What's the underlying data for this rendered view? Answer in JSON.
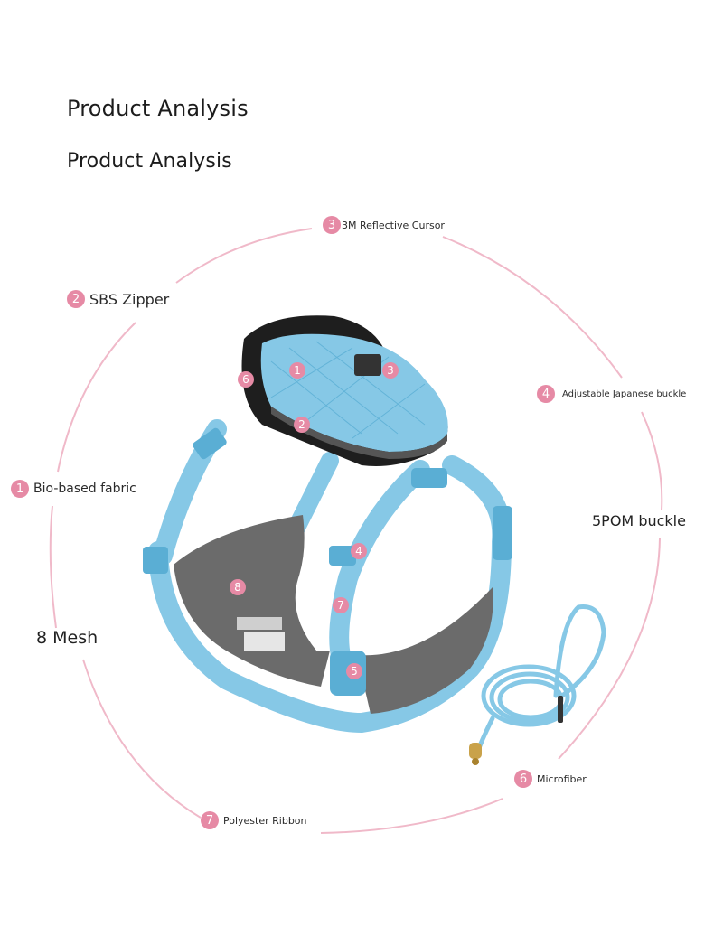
{
  "headings": {
    "primary": "Product Analysis",
    "secondary": "Product Analysis"
  },
  "colors": {
    "accent_pink": "#e68aa5",
    "circle_line": "#f0b9c9",
    "harness_blue": "#86c8e6",
    "harness_blue_dark": "#5aaed4",
    "mesh_gray": "#6b6b6b",
    "pouch_black": "#1e1e1e"
  },
  "callouts": [
    {
      "num": "1",
      "text": "Bio-based fabric"
    },
    {
      "num": "2",
      "text": "SBS Zipper"
    },
    {
      "num": "3",
      "text": "3M Reflective Cursor"
    },
    {
      "num": "4",
      "text": "Adjustable Japanese buckle"
    },
    {
      "num": "",
      "text": "5POM buckle"
    },
    {
      "num": "6",
      "text": "Microfiber"
    },
    {
      "num": "7",
      "text": "Polyester Ribbon"
    },
    {
      "num": "",
      "text": "8 Mesh"
    }
  ],
  "markers": [
    "1",
    "2",
    "3",
    "4",
    "5",
    "6",
    "7",
    "8"
  ]
}
